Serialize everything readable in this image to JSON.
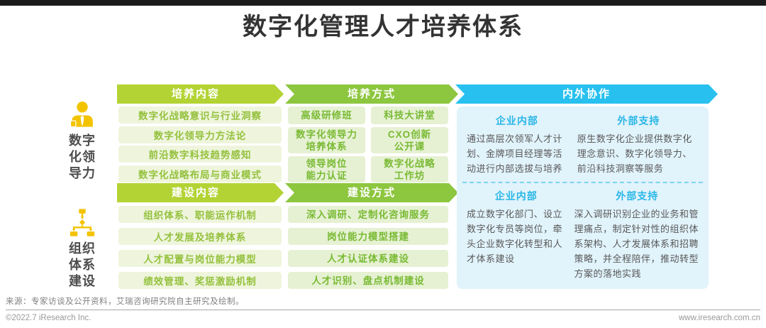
{
  "page": {
    "title": "数字化管理人才培养体系",
    "footer": {
      "source": "来源：专家访谈及公开资料，艾瑞咨询研究院自主研究及绘制。",
      "copyright": "©2022.7 iResearch Inc.",
      "website": "www.iresearch.com.cn"
    }
  },
  "colors": {
    "header_yellow_green": "#b3d335",
    "header_green": "#8dc63f",
    "header_cyan": "#28c1ef",
    "item_bg_light_green": "#eef5dc",
    "item_bg_green": "#e6f1d3",
    "item_text_yellow_green": "#95c13d",
    "item_text_green": "#79ba33",
    "blue_box_bg": "#e1f3fb",
    "blue_heading_text": "#29b7e8",
    "icon_yellow": "#f3c300",
    "top_bar": "#1b1b1b"
  },
  "left_labels": [
    {
      "icon": "leader-person-icon",
      "label": "数字化领导力",
      "lines": [
        "数字",
        "化领",
        "导力"
      ]
    },
    {
      "icon": "org-chart-icon",
      "label": "组织体系建设",
      "lines": [
        "组织",
        "体系",
        "建设"
      ]
    }
  ],
  "sections": {
    "cultivate_content": {
      "header": "培养内容",
      "items": [
        "数字化战略意识与行业洞察",
        "数字化领导力方法论",
        "前沿数字科技趋势感知",
        "数字化战略布局与商业模式"
      ]
    },
    "cultivate_method": {
      "header": "培养方式",
      "items": [
        {
          "line1": "高级研修班",
          "line2": ""
        },
        {
          "line1": "科技大讲堂",
          "line2": ""
        },
        {
          "line1": "数字化领导力",
          "line2": "培养体系"
        },
        {
          "line1": "CXO创新",
          "line2": "公开课"
        },
        {
          "line1": "领导岗位",
          "line2": "能力认证"
        },
        {
          "line1": "数字化战略",
          "line2": "工作坊"
        }
      ]
    },
    "build_content": {
      "header": "建设内容",
      "items": [
        "组织体系、职能运作机制",
        "人才发展及培养体系",
        "人才配置与岗位能力模型",
        "绩效管理、奖惩激励机制"
      ]
    },
    "build_method": {
      "header": "建设方式",
      "items": [
        "深入调研、定制化咨询服务",
        "岗位能力模型搭建",
        "人才认证体系建设",
        "人才识别、盘点机制建设"
      ]
    },
    "collaboration": {
      "header": "内外协作",
      "top": {
        "internal": {
          "title": "企业内部",
          "text": "通过高层次领军人才计划、金牌项目经理等活动进行内部选拔与培养"
        },
        "external": {
          "title": "外部支持",
          "text": "原生数字化企业提供数字化理念意识、数字化领导力、前沿科技洞察等服务"
        }
      },
      "bottom": {
        "internal": {
          "title": "企业内部",
          "text": "成立数字化部门、设立数字化专员等岗位，牵头企业数字化转型和人才体系建设"
        },
        "external": {
          "title": "外部支持",
          "text": "深入调研识别企业的业务和管理痛点，制定针对性的组织体系架构、人才发展体系和招聘策略，并全程陪伴，推动转型方案的落地实践"
        }
      }
    }
  }
}
